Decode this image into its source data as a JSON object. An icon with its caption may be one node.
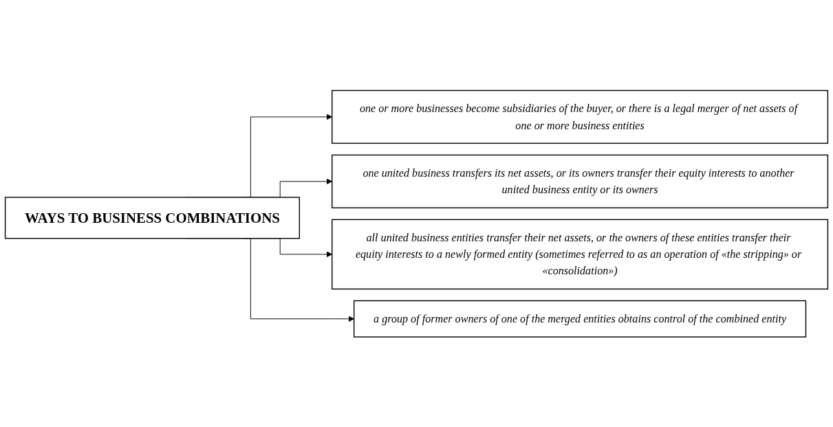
{
  "diagram": {
    "nodes": [
      {
        "text": [
          "WAYS TO BUSINESS COMBINATIONS"
        ]
      },
      {
        "text": [
          "one or more businesses become subsidiaries of the buyer, or there is a legal merger of net assets of one or more business entities"
        ]
      },
      {
        "text": [
          "one united business transfers its net assets, or its owners transfer their equity interests to another united business entity or its owners"
        ]
      },
      {
        "text": [
          "all united business entities transfer their net assets, or the owners of these entities transfer their equity interests to a newly formed entity (sometimes referred to as an operation of «the stripping» or «consolidation»)"
        ]
      },
      {
        "text": [
          "a group of former owners of one of the merged entities obtains control of the combined entity"
        ]
      }
    ],
    "edges": [
      {
        "from": 0,
        "to": 1,
        "arrow": "to"
      },
      {
        "from": 0,
        "to": 2,
        "arrow": "to"
      },
      {
        "from": 0,
        "to": 3,
        "arrow": "to"
      },
      {
        "from": 0,
        "to": 4,
        "arrow": "to"
      }
    ]
  }
}
